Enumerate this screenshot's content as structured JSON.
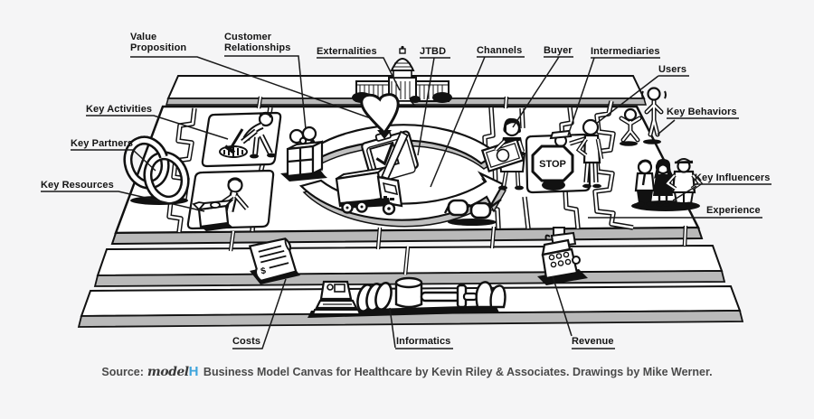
{
  "diagram": {
    "labels": {
      "value_proposition": "Value Proposition",
      "customer_relationships": "Customer Relationships",
      "externalities": "Externalities",
      "jtbd": "JTBD",
      "channels": "Channels",
      "buyer": "Buyer",
      "intermediaries": "Intermediaries",
      "users": "Users",
      "key_behaviors": "Key Behaviors",
      "key_influencers": "Key Influencers",
      "experience": "Experience",
      "key_activities": "Key Activities",
      "key_partners": "Key Partners",
      "key_resources": "Key Resources",
      "costs": "Costs",
      "informatics": "Informatics",
      "revenue": "Revenue"
    },
    "artwork_text": {
      "stop_sign": "STOP",
      "receipt_symbol": "$"
    },
    "source_line": {
      "prefix": "Source:",
      "brand": "model",
      "brand_suffix": "H",
      "rest": "Business Model Canvas for Healthcare by Kevin Riley & Associates. Drawings by Mike Werner."
    },
    "colors": {
      "background": "#f5f5f6",
      "ink": "#111111",
      "board_edge": "#b9b9b9",
      "arrow_side": "#c0c0c0",
      "brand_blue": "#3fa5dc",
      "source_text": "#4a4a4a"
    }
  }
}
